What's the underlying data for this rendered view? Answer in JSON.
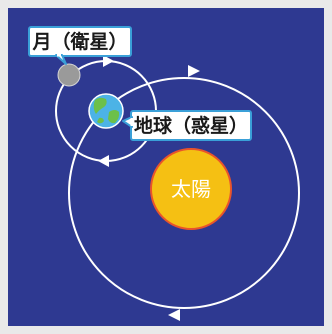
{
  "labels": {
    "moon": "月（衛星）",
    "earth": "地球（惑星）",
    "sun": "太陽"
  },
  "colors": {
    "space": "#2e3991",
    "border": "#e9e9e9",
    "orbit": "#ffffff",
    "sun": "#f5c013",
    "sun_rim": "#e9542b",
    "moon": "#9a9a9a",
    "earth_ocean": "#4cb3e6",
    "earth_land": "#6cc04a",
    "callout_border": "#3aa0d8",
    "callout_fill": "#ffffff"
  },
  "icons": {
    "moon": "moon-icon",
    "earth": "earth-icon",
    "sun": "sun-icon"
  }
}
